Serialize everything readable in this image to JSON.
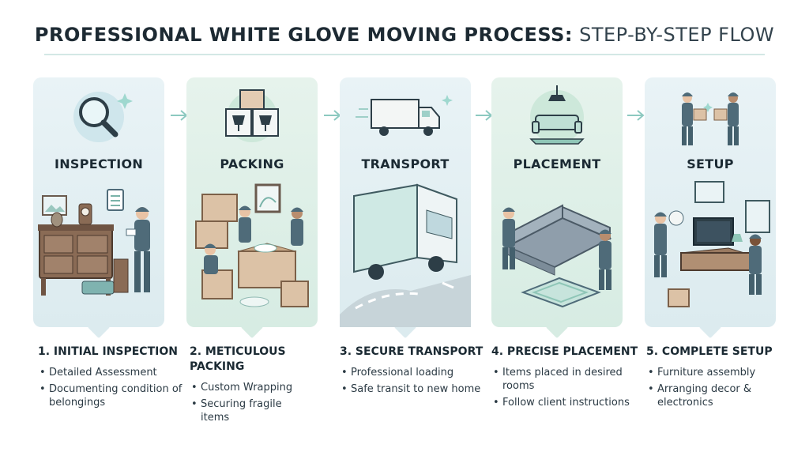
{
  "title": {
    "bold": "PROFESSIONAL WHITE GLOVE MOVING PROCESS:",
    "light": " STEP-BY-STEP FLOW"
  },
  "panels": [
    {
      "label": "INSPECTION",
      "icon": "magnifier-icon",
      "scene": "inspector-with-clipboard"
    },
    {
      "label": "PACKING",
      "icon": "fragile-boxes-icon",
      "scene": "movers-packing-boxes"
    },
    {
      "label": "TRANSPORT",
      "icon": "truck-icon",
      "scene": "truck-on-road"
    },
    {
      "label": "PLACEMENT",
      "icon": "living-room-icon",
      "scene": "movers-placing-sofa"
    },
    {
      "label": "SETUP",
      "icon": "movers-handoff-icon",
      "scene": "movers-setting-up-tv"
    }
  ],
  "steps": [
    {
      "heading": "1. INITIAL INSPECTION",
      "bullets": [
        "Detailed Assessment",
        "Documenting condition of belongings"
      ]
    },
    {
      "heading": "2. METICULOUS PACKING",
      "bullets": [
        "Custom Wrapping",
        "Securing fragile items"
      ]
    },
    {
      "heading": "3. SECURE TRANSPORT",
      "bullets": [
        "Professional loading",
        "Safe transit to new home"
      ]
    },
    {
      "heading": "4. PRECISE PLACEMENT",
      "bullets": [
        "Items placed in desired rooms",
        "Follow client instructions"
      ]
    },
    {
      "heading": "5. COMPLETE SETUP",
      "bullets": [
        "Furniture assembly",
        "Arranging decor & electronics"
      ]
    }
  ],
  "colors": {
    "panel_blue": "#e4f0f4",
    "panel_green": "#e2f1ea",
    "accent_teal": "#8cc9c0",
    "uniform": "#4f6b79",
    "text": "#1b2a33"
  }
}
